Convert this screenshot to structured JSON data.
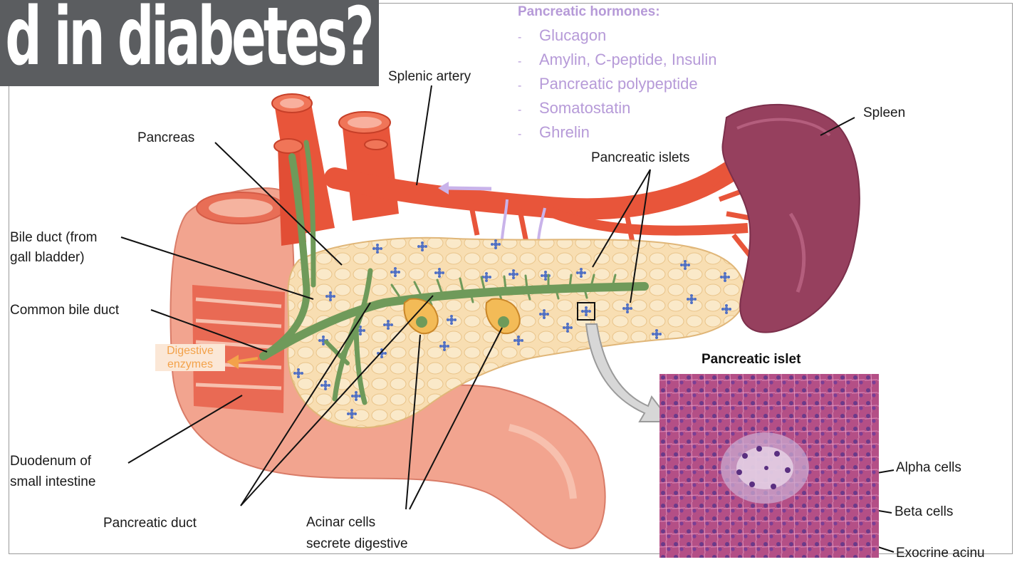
{
  "banner": {
    "text": "d in diabetes?"
  },
  "hormones": {
    "title": "Pancreatic hormones:",
    "items": [
      "Glucagon",
      "Amylin, C-peptide, Insulin",
      "Pancreatic polypeptide",
      "Somatostatin",
      "Ghrelin"
    ]
  },
  "labels": {
    "splenic_artery": "Splenic artery",
    "spleen": "Spleen",
    "pancreas": "Pancreas",
    "pancreatic_islets": "Pancreatic islets",
    "bile_duct_1": "Bile duct (from",
    "bile_duct_2": "gall bladder)",
    "common_bile_duct": "Common bile duct",
    "digestive_1": "Digestive",
    "digestive_2": "enzymes",
    "duodenum_1": "Duodenum of",
    "duodenum_2": "small intestine",
    "pancreatic_duct": "Pancreatic duct",
    "acinar_1": "Acinar cells",
    "acinar_2": "secrete digestive",
    "pancreatic_islet": "Pancreatic islet",
    "alpha_cells": "Alpha cells",
    "beta_cells": "Beta cells",
    "exocrine_acinus": "Exocrine acinu"
  },
  "colors": {
    "artery": "#e8553a",
    "pancreas": "#f7dcae",
    "duct": "#6f9a5a",
    "spleen": "#96405e",
    "duodenum": "#f3a08e",
    "hormone_text": "#b69ad8",
    "banner_bg": "#5b5d60"
  }
}
